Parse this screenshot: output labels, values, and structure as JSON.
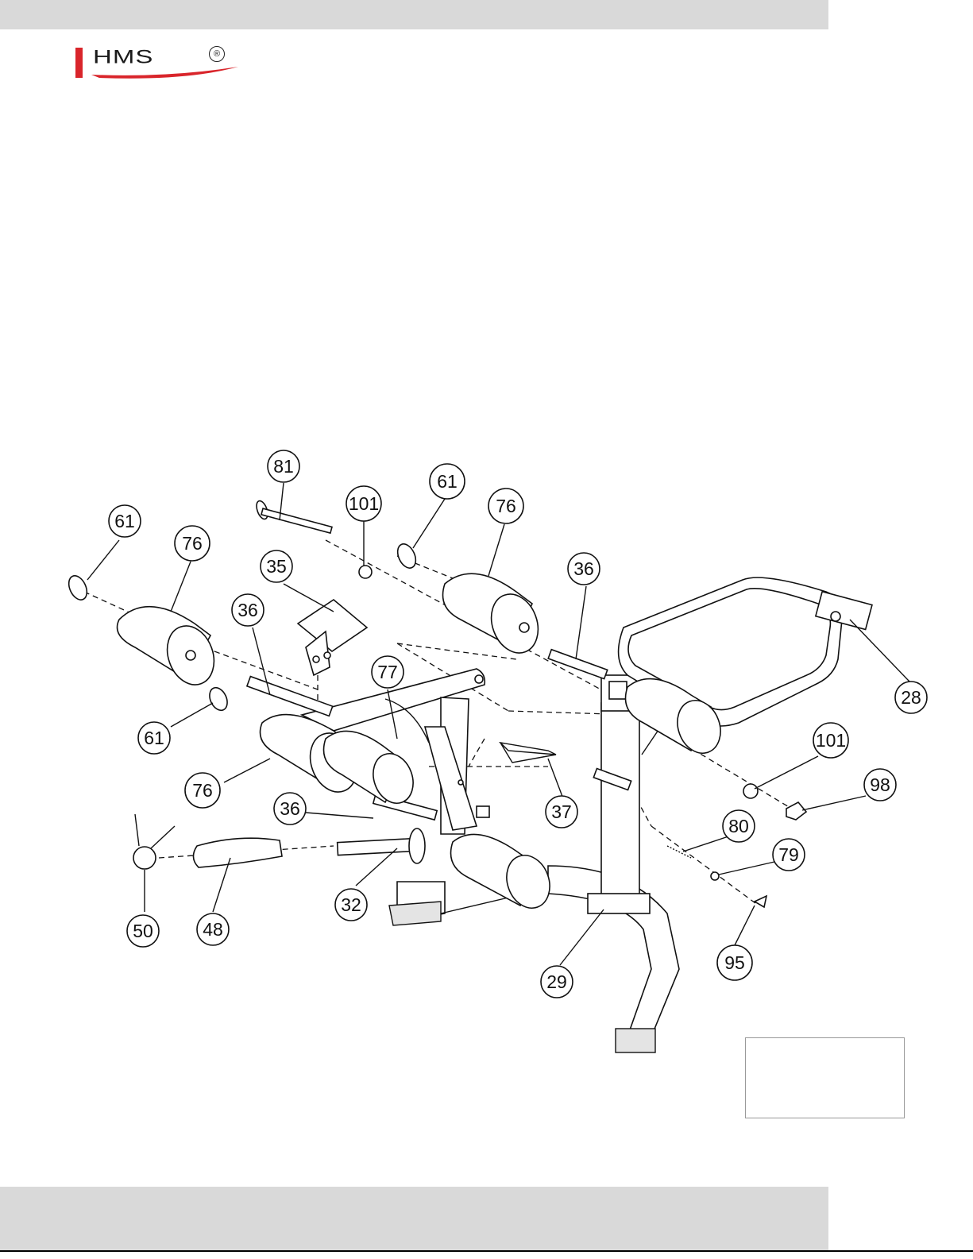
{
  "header": {
    "logo_text": "HMS",
    "logo_mark": "®"
  },
  "diagram": {
    "callouts": [
      "81",
      "101",
      "61",
      "76",
      "61",
      "76",
      "35",
      "36",
      "36",
      "77",
      "61",
      "76",
      "28",
      "101",
      "98",
      "37",
      "80",
      "79",
      "36",
      "32",
      "50",
      "48",
      "95",
      "29"
    ]
  },
  "colors": {
    "band": "#d9d9d9",
    "logo_red": "#d9252b"
  }
}
